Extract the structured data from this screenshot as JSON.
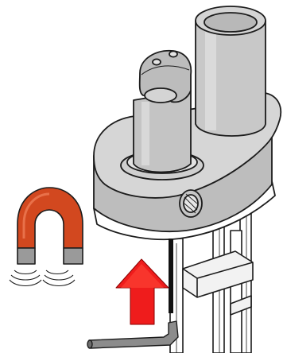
{
  "diagram": {
    "components": [
      {
        "name": "horseshoe-magnet",
        "poles": 2
      },
      {
        "name": "red-arrow",
        "direction": "up"
      },
      {
        "name": "allen-key"
      },
      {
        "name": "machine-base"
      },
      {
        "name": "short-cylinder"
      },
      {
        "name": "tall-cylinder"
      },
      {
        "name": "round-fitting"
      }
    ],
    "colors": {
      "magnet_body": "#d2481f",
      "magnet_poles": "#9a9a9a",
      "arrow": "#ef1c1c",
      "machine_gray": "#c9c9c9",
      "outline": "#1c1c1c"
    }
  }
}
